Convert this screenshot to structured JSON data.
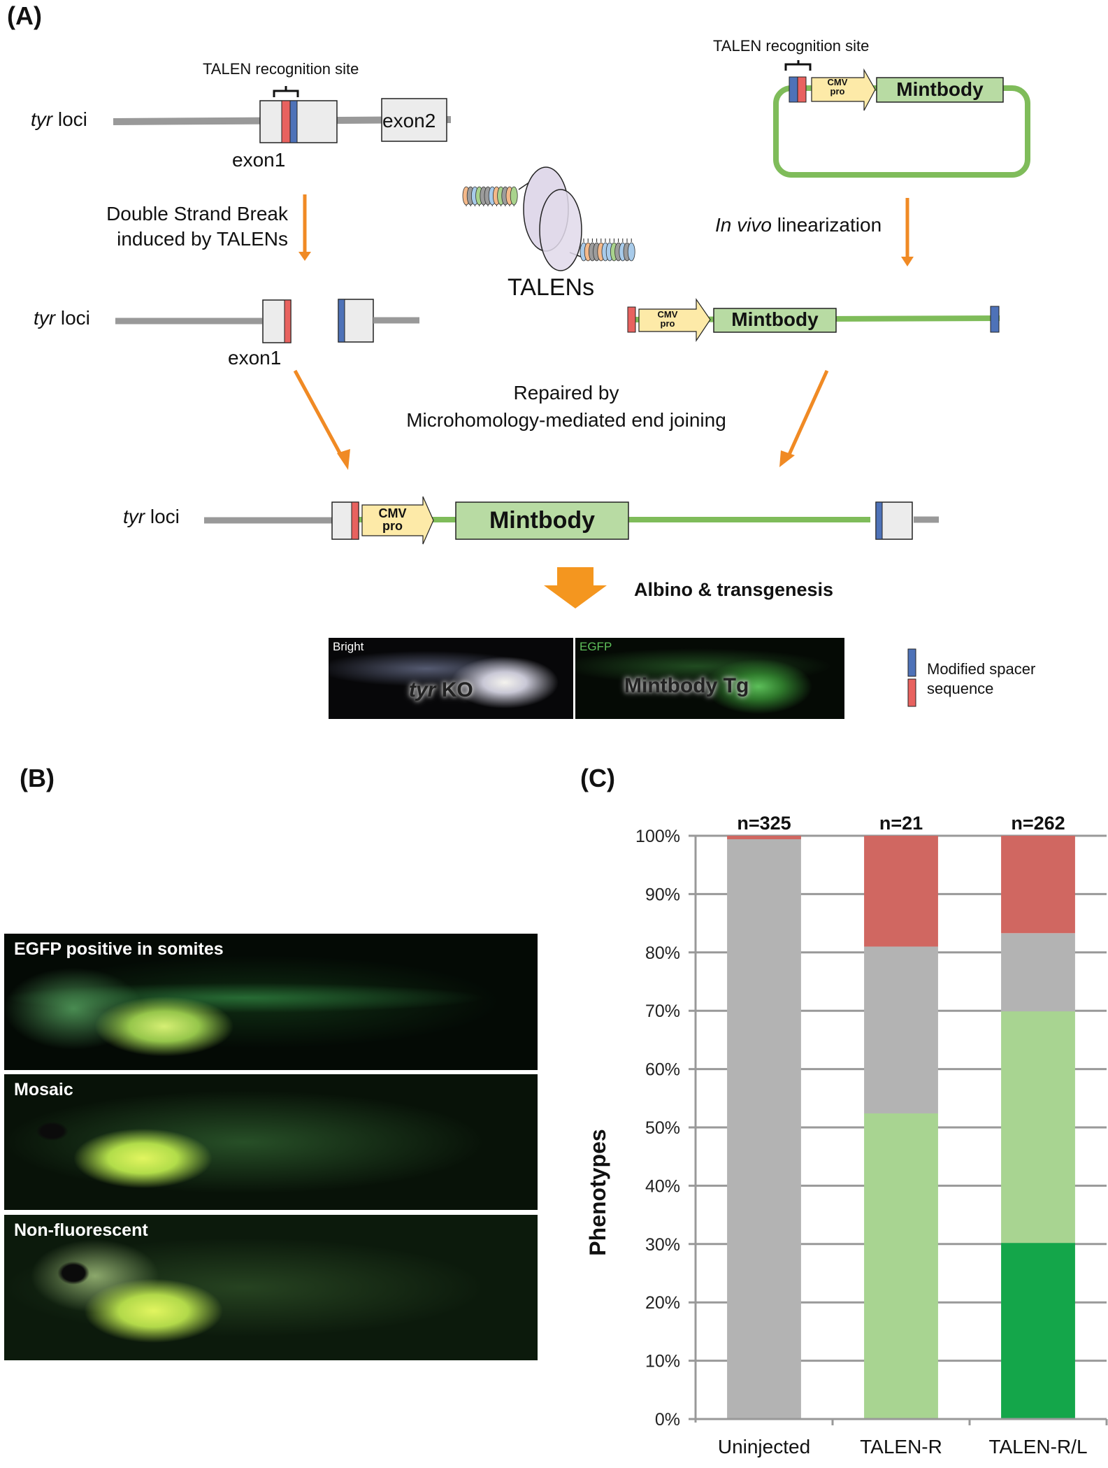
{
  "panel_a": {
    "label": "(A)",
    "locus_label_italic": "tyr",
    "locus_label_rest": " loci",
    "talen_site_label": "TALEN recognition site",
    "exon1_label": "exon1",
    "exon2_label": "exon2",
    "dsb_line1": "Double Strand Break",
    "dsb_line2": "induced by TALENs",
    "talens_label": "TALENs",
    "in_vivo_italic": "In vivo",
    "in_vivo_rest": " linearization",
    "cmv_line1": "CMV",
    "cmv_line2": "pro",
    "mintbody_label": "Mintbody",
    "repaired_line1": "Repaired by",
    "repaired_line2": "Microhomology-mediated end joining",
    "result_label": "Albino & transgenesis",
    "photo_bright_caption": "Bright",
    "photo_bright_overlay_italic": "tyr",
    "photo_bright_overlay_rest": " KO",
    "photo_egfp_caption": "EGFP",
    "photo_egfp_overlay": "Mintbody Tg",
    "legend_line1": "Modified spacer",
    "legend_line2": "sequence",
    "colors": {
      "red_spacer": "#e8625f",
      "blue_spacer": "#4e72b8",
      "orange_arrow": "#f08a24",
      "plasmid_green": "#7fbc5a",
      "mintbody_fill": "#b8dba3",
      "cmv_fill": "#fdeaa8",
      "locus_gray": "#999999",
      "exon_fill": "#ececec"
    }
  },
  "panel_b": {
    "label": "(B)",
    "photos": [
      {
        "caption": "EGFP positive in somites"
      },
      {
        "caption": "Mosaic"
      },
      {
        "caption": "Non-fluorescent"
      }
    ]
  },
  "panel_c": {
    "label": "(C)"
  },
  "chart_data": {
    "type": "bar",
    "stacked": true,
    "title": "",
    "xlabel": "",
    "ylabel": "Phenotypes",
    "ylim": [
      0,
      100
    ],
    "yticks": [
      "0%",
      "10%",
      "20%",
      "30%",
      "40%",
      "50%",
      "60%",
      "70%",
      "80%",
      "90%",
      "100%"
    ],
    "grid": true,
    "categories": [
      "Uninjected",
      "TALEN-R",
      "TALEN-R/L"
    ],
    "annotations": [
      "n=325",
      "n=21",
      "n=262"
    ],
    "series": [
      {
        "name": "dark green",
        "color": "#14a64a",
        "values": [
          0,
          0,
          30.2
        ]
      },
      {
        "name": "light green",
        "color": "#a8d491",
        "values": [
          0,
          52.4,
          39.7
        ]
      },
      {
        "name": "gray",
        "color": "#b3b3b3",
        "values": [
          99.4,
          28.6,
          13.4
        ]
      },
      {
        "name": "red",
        "color": "#d06761",
        "values": [
          0.6,
          19.0,
          16.7
        ]
      }
    ]
  }
}
